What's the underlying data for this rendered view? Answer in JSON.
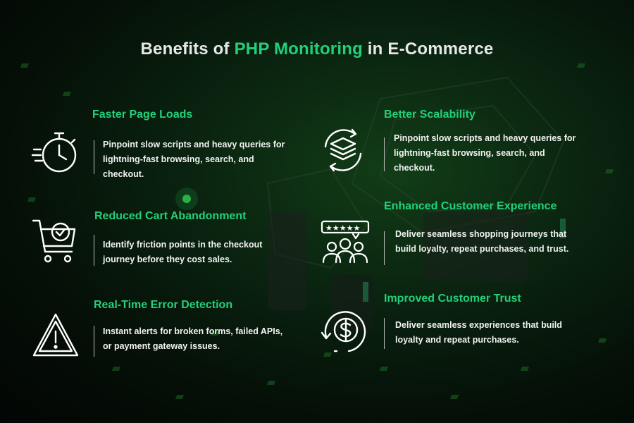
{
  "title": {
    "prefix": "Benefits of ",
    "highlight": "PHP Monitoring",
    "suffix": " in E-Commerce"
  },
  "colors": {
    "accent": "#22d07a",
    "background": "#061308",
    "text": "#f2f2f2"
  },
  "benefits": [
    {
      "title": "Faster Page Loads",
      "description": "Pinpoint slow scripts and heavy queries for lightning-fast browsing, search, and checkout.",
      "icon": "stopwatch-icon"
    },
    {
      "title": "Reduced Cart Abandonment",
      "description": "Identify friction points in the checkout journey before they cost sales.",
      "icon": "shopping-cart-check-icon"
    },
    {
      "title": "Real-Time Error Detection",
      "description": "Instant alerts for broken forms, failed APIs, or payment gateway issues.",
      "icon": "warning-triangle-icon"
    },
    {
      "title": "Better Scalability",
      "description": "Pinpoint slow scripts and heavy queries for lightning-fast browsing, search, and checkout.",
      "icon": "layers-cycle-icon"
    },
    {
      "title": "Enhanced Customer Experience",
      "description": "Deliver seamless shopping journeys that build loyalty, repeat purchases, and trust.",
      "icon": "customer-rating-icon"
    },
    {
      "title": "Improved Customer Trust",
      "description": "Deliver seamless experiences that build loyalty and repeat purchases.",
      "icon": "dollar-cycle-icon"
    }
  ]
}
